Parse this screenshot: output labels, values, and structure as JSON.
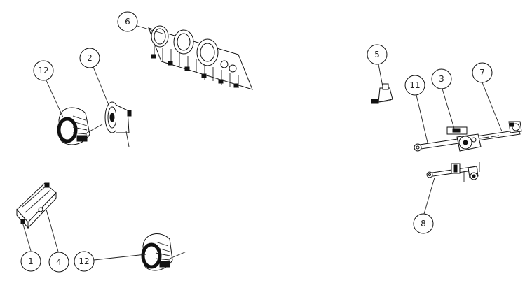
{
  "callouts": {
    "c1": "1",
    "c2": "2",
    "c3": "3",
    "c4": "4",
    "c5": "5",
    "c6": "6",
    "c7": "7",
    "c8": "8",
    "c11": "11",
    "c12a": "12",
    "c12b": "12"
  }
}
